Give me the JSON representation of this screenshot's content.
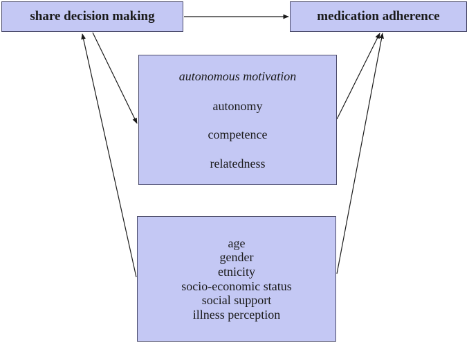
{
  "boxes": {
    "shared_decision": "share decision making",
    "adherence": "medication adherence",
    "motivation": {
      "title": "autonomous motivation",
      "items": [
        "autonomy",
        "competence",
        "relatedness"
      ]
    },
    "factors": {
      "items": [
        "age",
        "gender",
        "etnicity",
        "socio-economic status",
        "social support",
        "illness perception"
      ]
    }
  },
  "colors": {
    "box_fill": "#c4c8f4",
    "box_border": "#4a4a6a",
    "arrow": "#1a1a1a"
  }
}
